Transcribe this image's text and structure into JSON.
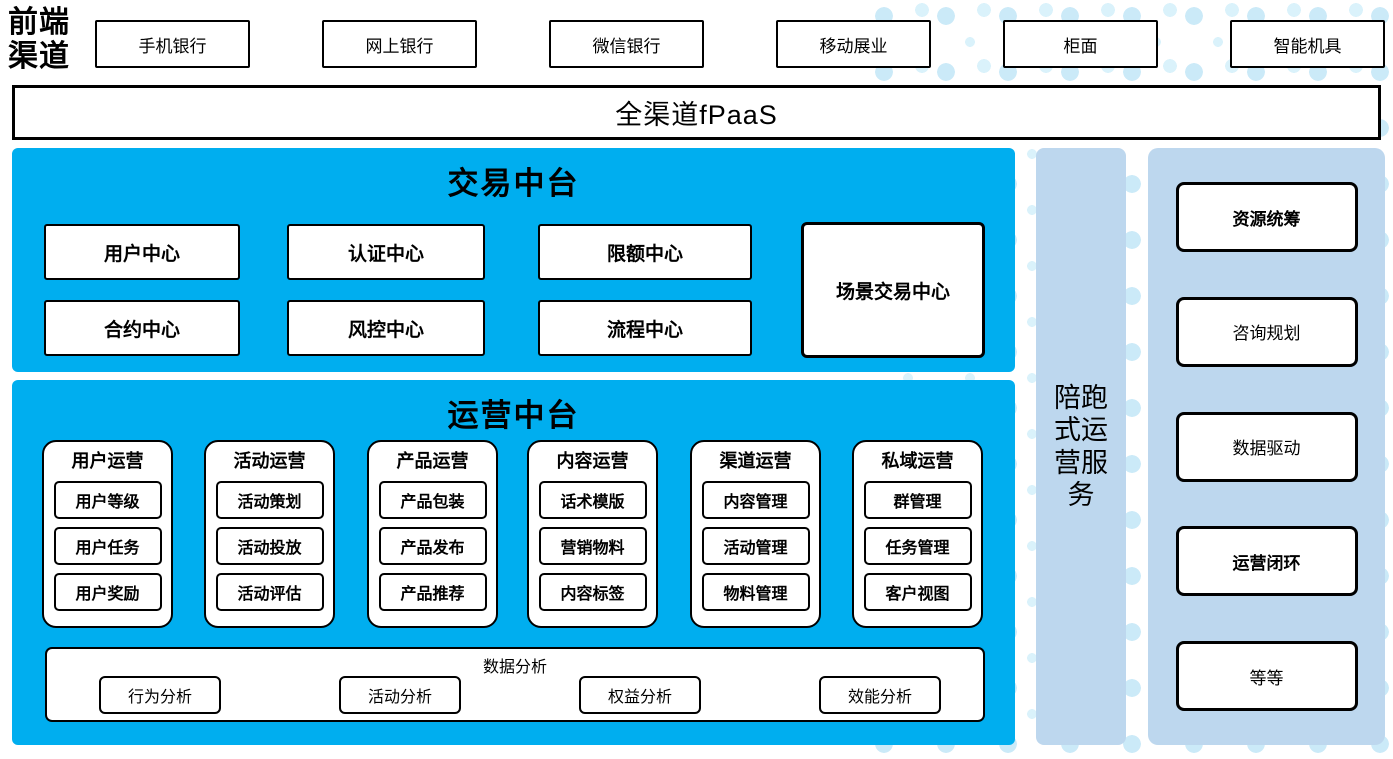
{
  "page": {
    "front_channel_label": "前端渠道",
    "channels": [
      "手机银行",
      "网上银行",
      "微信银行",
      "移动展业",
      "柜面",
      "智能机具"
    ],
    "fpaas_bar": "全渠道fPaaS",
    "trade_platform": {
      "title": "交易中台",
      "row1": [
        "用户中心",
        "认证中心",
        "限额中心"
      ],
      "row2": [
        "合约中心",
        "风控中心",
        "流程中心"
      ],
      "tall_box": "场景交易中心"
    },
    "ops_platform": {
      "title": "运营中台",
      "groups": [
        {
          "header": "用户运营",
          "items": [
            "用户等级",
            "用户任务",
            "用户奖励"
          ]
        },
        {
          "header": "活动运营",
          "items": [
            "活动策划",
            "活动投放",
            "活动评估"
          ]
        },
        {
          "header": "产品运营",
          "items": [
            "产品包装",
            "产品发布",
            "产品推荐"
          ]
        },
        {
          "header": "内容运营",
          "items": [
            "话术模版",
            "营销物料",
            "内容标签"
          ]
        },
        {
          "header": "渠道运营",
          "items": [
            "内容管理",
            "活动管理",
            "物料管理"
          ]
        },
        {
          "header": "私域运营",
          "items": [
            "群管理",
            "任务管理",
            "客户视图"
          ]
        }
      ],
      "analysis": {
        "title": "数据分析",
        "items": [
          "行为分析",
          "活动分析",
          "权益分析",
          "效能分析"
        ]
      }
    },
    "companion_bar": "陪跑式运营服务",
    "right_panel": {
      "items": [
        {
          "label": "资源统筹",
          "bold": true
        },
        {
          "label": "咨询规划",
          "bold": false
        },
        {
          "label": "数据驱动",
          "bold": false
        },
        {
          "label": "运营闭环",
          "bold": true
        },
        {
          "label": "等等",
          "bold": false
        }
      ]
    },
    "colors": {
      "accent_blue": "#00AEEF",
      "light_blue": "#BDD7EE",
      "dot_color_large": "#CBEAF8",
      "dot_color_small": "#DAF2FB"
    }
  }
}
